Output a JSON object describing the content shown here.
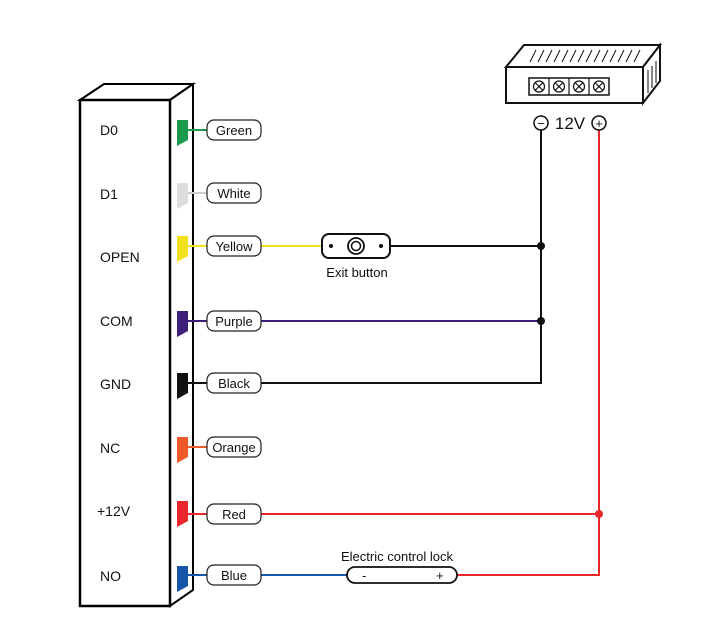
{
  "terminals": [
    {
      "label": "D0",
      "wire": "Green",
      "color": "#1a9a4a"
    },
    {
      "label": "D1",
      "wire": "White",
      "color": "#dddddd"
    },
    {
      "label": "OPEN",
      "wire": "Yellow",
      "color": "#f2e21e"
    },
    {
      "label": "COM",
      "wire": "Purple",
      "color": "#3d1f7a"
    },
    {
      "label": "GND",
      "wire": "Black",
      "color": "#111111"
    },
    {
      "label": "NC",
      "wire": "Orange",
      "color": "#ef5a28"
    },
    {
      "label": "+12V",
      "wire": "Red",
      "color": "#e8262c"
    },
    {
      "label": "NO",
      "wire": "Blue",
      "color": "#1556a8"
    }
  ],
  "exit_button": {
    "label": "Exit button"
  },
  "lock": {
    "label": "Electric control lock",
    "minus": "-",
    "plus": "+"
  },
  "power_supply": {
    "voltage": "12V",
    "minus": "−",
    "plus": "+"
  },
  "colors": {
    "wire_black": "#111111",
    "wire_red": "#e8262c",
    "wire_yellow": "#f2e21e",
    "wire_purple": "#3d1f7a",
    "wire_blue": "#1556a8"
  }
}
